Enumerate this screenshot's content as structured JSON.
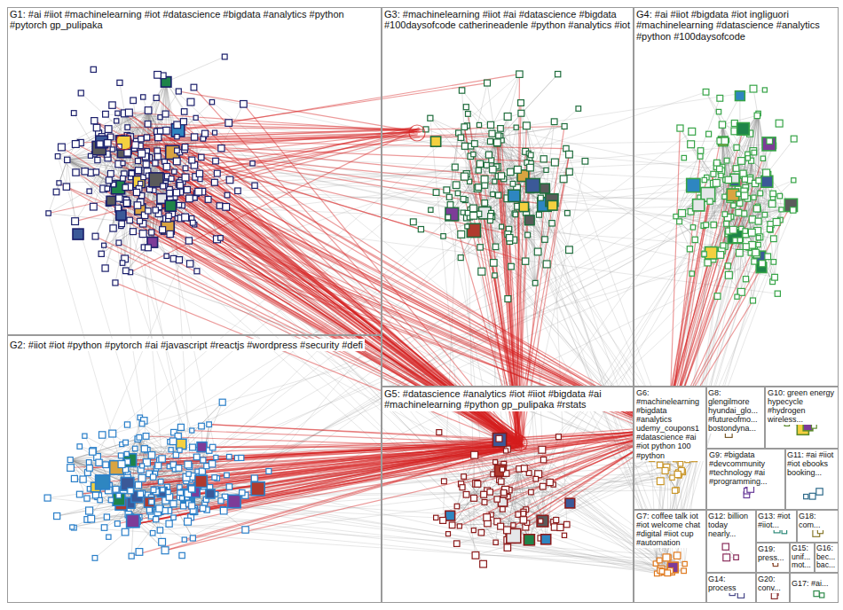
{
  "diagram": {
    "nodes": [
      {
        "text": [
          "G1: #ai #iiot #machinelearning #iot #datascience #bigdata #analytics #python #pytorch gp_pulipaka"
        ]
      },
      {
        "text": [
          "G3: #machinelearning #iiot #ai #datascience #bigdata #100daysofcode catherineadenle #python #analytics #iot"
        ]
      },
      {
        "text": [
          "G4: #ai #iiot #bigdata #iot ingliguori #machinelearning #datascience #analytics #python #100daysofcode"
        ]
      },
      {
        "text": [
          "G2: #iiot #iot #python #pytorch #ai #javascript #reactjs #wordpress #security #defi"
        ]
      },
      {
        "text": [
          "G5: #datascience #analytics #iot #iiot #bigdata #ai #machinelearning #python gp_pulipaka #rstats"
        ]
      },
      {
        "text": [
          "G6: #machinelearning #bigdata #analytics udemy_coupons1 #datascience #ai #iot python 100 #python"
        ]
      },
      {
        "text": [
          "G8: glengilmore hyundai_glo... #futureofmo... bostondyna..."
        ]
      },
      {
        "text": [
          "G10: green energy hypecycle #hydrogen wireless..."
        ]
      },
      {
        "text": [
          "G9: #bigdata #devcommunity #technology #ai #programming..."
        ]
      },
      {
        "text": [
          "G11: #ai #iiot #iot ebooks booking..."
        ]
      },
      {
        "text": [
          "G7: coffee talk iot #iot welcome chat #digital #iiot cup #automation"
        ]
      },
      {
        "text": [
          "G12: billion today nearly..."
        ]
      },
      {
        "text": [
          "G13: #iot #iiot..."
        ]
      },
      {
        "text": [
          "G18: com..."
        ]
      },
      {
        "text": [
          "G14: process"
        ]
      },
      {
        "text": [
          "G19: press..."
        ]
      },
      {
        "text": [
          "G15: unif... mot..."
        ]
      },
      {
        "text": [
          "G16: bec... bac..."
        ]
      },
      {
        "text": [
          "G20: conv..."
        ]
      },
      {
        "text": [
          "G17: #ai..."
        ]
      }
    ]
  }
}
